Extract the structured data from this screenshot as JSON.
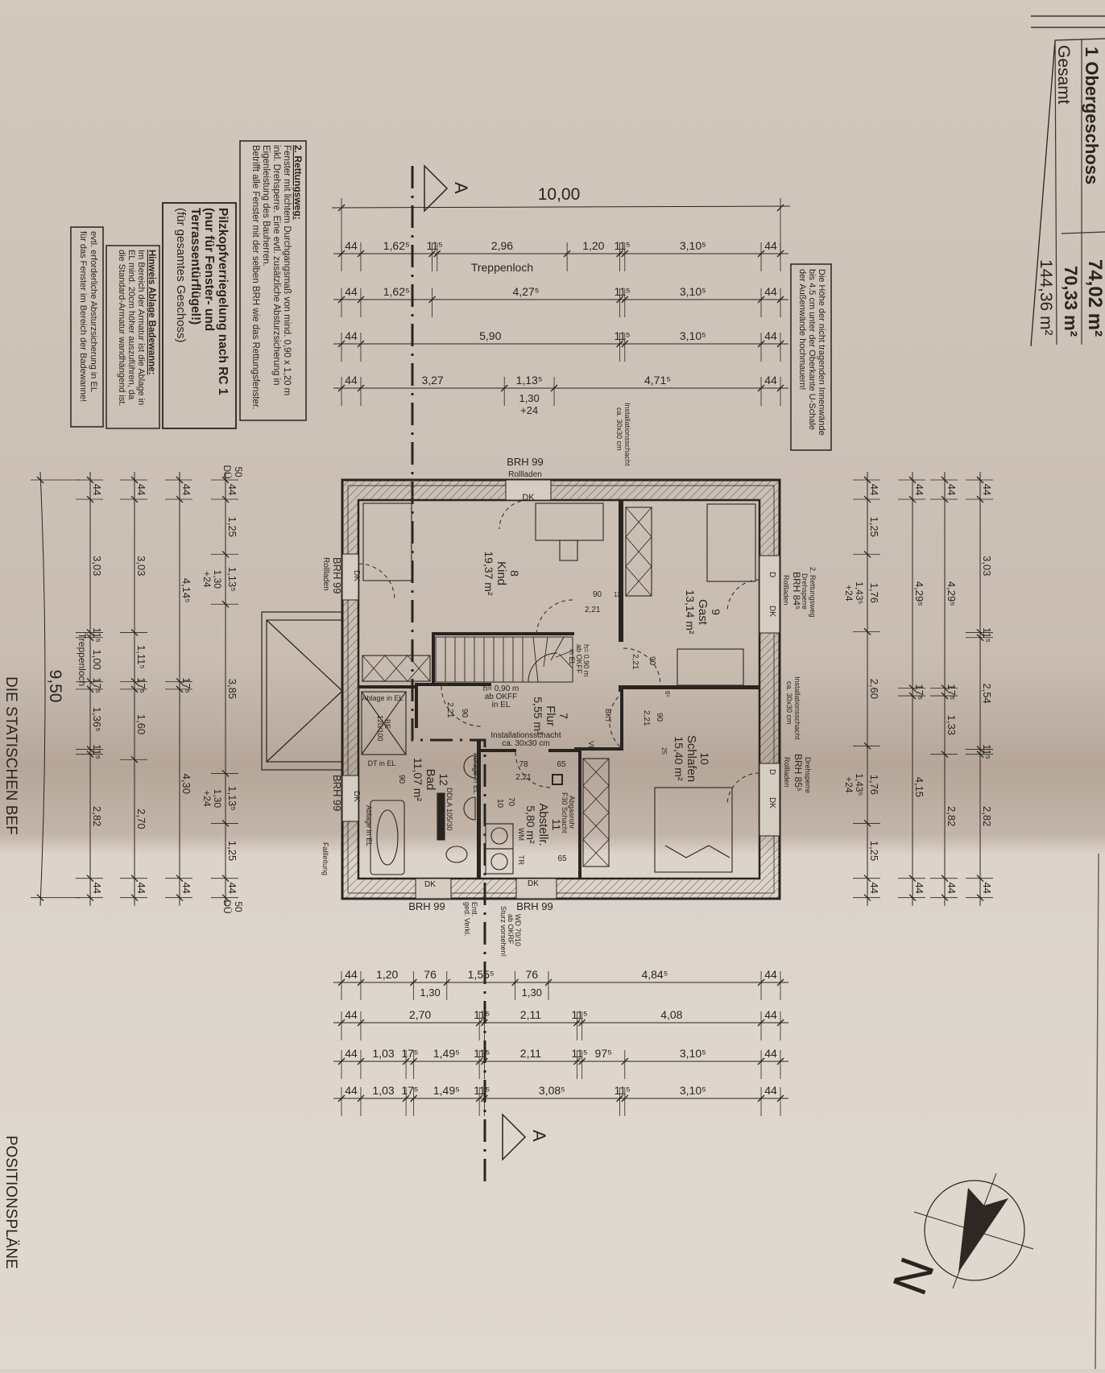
{
  "area_table": {
    "row0_value": "74,02 m²",
    "floor_label": "1 Obergeschoss",
    "floor_area": "70,33 m²",
    "total_label": "Gesamt",
    "total_area": "144,36 m²"
  },
  "section_label": "A",
  "dims_top": {
    "overall": "10,00",
    "rows": [
      [
        {
          "v": "44"
        },
        {
          "v": "1,62⁵"
        },
        {
          "v": "11⁵"
        },
        {
          "v": "2,96",
          "note": "Treppenloch"
        },
        {
          "v": "1,20"
        },
        {
          "v": "11⁵"
        },
        {
          "v": "3,10⁵"
        },
        {
          "v": "44"
        }
      ],
      [
        {
          "v": "44"
        },
        {
          "v": "1,62⁵"
        },
        {
          "v": "4,27⁵"
        },
        {
          "v": "11⁵"
        },
        {
          "v": "3,10⁵"
        },
        {
          "v": "44"
        }
      ],
      [
        {
          "v": "44"
        },
        {
          "v": "5,90"
        },
        {
          "v": "11⁵"
        },
        {
          "v": "3,10⁵"
        },
        {
          "v": "44"
        }
      ],
      [
        {
          "v": "44"
        },
        {
          "v": "3,27"
        },
        {
          "v": "1,13⁵",
          "subs": [
            "1,30",
            "+24"
          ]
        },
        {
          "v": "4,71⁵"
        },
        {
          "v": "44"
        }
      ]
    ]
  },
  "dims_bottom": {
    "rows": [
      [
        {
          "v": "44"
        },
        {
          "v": "1,20"
        },
        {
          "v": "76",
          "subs": [
            "1,30"
          ]
        },
        {
          "v": "1,55⁵"
        },
        {
          "v": "76",
          "subs": [
            "1,30"
          ]
        },
        {
          "v": "4,84⁵"
        },
        {
          "v": "44"
        }
      ],
      [
        {
          "v": "44"
        },
        {
          "v": "2,70"
        },
        {
          "v": "11⁵"
        },
        {
          "v": "2,11"
        },
        {
          "v": "11⁵"
        },
        {
          "v": "4,08"
        },
        {
          "v": "44"
        }
      ],
      [
        {
          "v": "44"
        },
        {
          "v": "1,03"
        },
        {
          "v": "17⁵"
        },
        {
          "v": "1,49⁵"
        },
        {
          "v": "11⁵"
        },
        {
          "v": "2,11"
        },
        {
          "v": "11⁵"
        },
        {
          "v": "97⁵"
        },
        {
          "v": "3,10⁵"
        },
        {
          "v": "44"
        }
      ],
      [
        {
          "v": "44"
        },
        {
          "v": "1,03"
        },
        {
          "v": "17⁵"
        },
        {
          "v": "1,49⁵"
        },
        {
          "v": "11⁵"
        },
        {
          "v": "3,08⁵"
        },
        {
          "v": "11⁵"
        },
        {
          "v": "3,10⁵"
        },
        {
          "v": "44"
        }
      ]
    ]
  },
  "dims_left": {
    "overall": "9,50",
    "extra_top": "50",
    "extra_bottom": "50",
    "extra_du": "DÜ",
    "cols": [
      [
        {
          "v": "44"
        },
        {
          "v": "1,25"
        },
        {
          "v": "1,13⁵",
          "subs": [
            "1,30",
            "+24"
          ]
        },
        {
          "v": "3,85"
        },
        {
          "v": "1,13⁵",
          "subs": [
            "1,30",
            "+24"
          ]
        },
        {
          "v": "1,25"
        },
        {
          "v": "44"
        }
      ],
      [
        {
          "v": "44"
        },
        {
          "v": "4,14⁵"
        },
        {
          "v": "17⁵"
        },
        {
          "v": "4,30"
        },
        {
          "v": "44"
        }
      ],
      [
        {
          "v": "44"
        },
        {
          "v": "3,03"
        },
        {
          "v": "1,11⁵"
        },
        {
          "v": "17⁵"
        },
        {
          "v": "1,60"
        },
        {
          "v": "2,70"
        },
        {
          "v": "44"
        }
      ],
      [
        {
          "v": "44"
        },
        {
          "v": "3,03"
        },
        {
          "v": "11⁵"
        },
        {
          "v": "1,00",
          "note": "Treppenloch"
        },
        {
          "v": "17⁵"
        },
        {
          "v": "1,36⁵"
        },
        {
          "v": "11⁵"
        },
        {
          "v": "2,82"
        },
        {
          "v": "44"
        }
      ]
    ]
  },
  "dims_right": {
    "cols": [
      [
        {
          "v": "44"
        },
        {
          "v": "1,25"
        },
        {
          "v": "1,76",
          "subs": [
            "1,43⁵",
            "+24"
          ]
        },
        {
          "v": "2,60"
        },
        {
          "v": "1,76",
          "subs": [
            "1,43⁵",
            "+24"
          ]
        },
        {
          "v": "1,25"
        },
        {
          "v": "44"
        }
      ],
      [
        {
          "v": "44"
        },
        {
          "v": "4,29⁵"
        },
        {
          "v": "17⁵"
        },
        {
          "v": "4,15"
        },
        {
          "v": "44"
        }
      ],
      [
        {
          "v": "44"
        },
        {
          "v": "4,29⁵"
        },
        {
          "v": "17⁵"
        },
        {
          "v": "1,33"
        },
        {
          "v": "2,82"
        },
        {
          "v": "44"
        }
      ],
      [
        {
          "v": "44"
        },
        {
          "v": "3,03"
        },
        {
          "v": "11⁵"
        },
        {
          "v": "2,54"
        },
        {
          "v": "11⁵"
        },
        {
          "v": "2,82"
        },
        {
          "v": "44"
        }
      ]
    ]
  },
  "rooms": [
    {
      "num": "8",
      "name": "Kind",
      "area": "19,37 m²"
    },
    {
      "num": "9",
      "name": "Gast",
      "area": "13,14 m²"
    },
    {
      "num": "7",
      "name": "Flur",
      "area": "5,55 m²"
    },
    {
      "num": "10",
      "name": "Schlafen",
      "area": "15,40 m²"
    },
    {
      "num": "11",
      "name": "Abstellr.",
      "area": "5,80 m²"
    },
    {
      "num": "12",
      "name": "Bad",
      "area": "11,07 m²"
    }
  ],
  "labels": {
    "brh99": "BRH 99",
    "rollladen": "Rollladen",
    "dk": "DK",
    "d": "D",
    "falleitung": "Fallleitung",
    "install_shaft": "Installationsschacht",
    "install_size": "ca. 30x30 cm",
    "h090": "h= 0,90 m",
    "ab_okff": "ab OKFF",
    "in_el": "in EL",
    "ablage_in_el": "Ablage in EL",
    "be": "BE",
    "be_size": "120/100",
    "dt_in_el": "DT in EL",
    "ddla": "DDLA 105/30",
    "abgasrohr": "Abgasrohr",
    "f30": "F30 Schacht",
    "wm": "WM",
    "tr": "TR",
    "bkt": "BKT",
    "vk": "VK",
    "entl": "Entl.",
    "ged_verkl": "ged. Verkl.",
    "wd": "WD 70/10",
    "ab_okrf": "ab OKRF",
    "sturz": "Sturz vorsehen!",
    "rettungsweg2": "2. Rettungsweg",
    "drehsperre": "Drehsperre",
    "brh845": "BRH 84⁵",
    "brh855": "BRH 85⁵",
    "d90": "90",
    "d221": "2,21",
    "d125": "12⁵",
    "d78": "78",
    "d65": "65",
    "d70": "70",
    "d10": "10",
    "d65s": "6⁵",
    "d25": "25"
  },
  "notes": {
    "rettungsweg": {
      "title": "2. Rettungsweg:",
      "lines": [
        "Fenster mit lichtem Durchgangsmaß von mind. 0,90 x 1,20 m",
        "inkl. Drehsperre. Eine evtl. zusätzliche Absturzsicherung in",
        "Eigenleistung des Bauherren.",
        "Betrifft alle Fenster mit der selben BRH wie das Rettungsfenster."
      ]
    },
    "pilzkopf": {
      "lines": [
        "Pilzkopfverriegelung nach RC 1",
        "(nur für Fenster- und",
        "Terrassentürflügel!)",
        "(für gesamtes Geschoss)"
      ]
    },
    "badewanne": {
      "title": "Hinweis Ablage Badewanne:",
      "lines": [
        "Im Bereich der Armatur ist die Ablage in",
        "EL mind. 20cm höher auszuführen, da",
        "die Standard-Armatur wandhängend ist."
      ]
    },
    "absturz": {
      "lines": [
        "evtl. erforderliche Absturzsicherung in EL",
        "für das Fenster im Bereich der Badewanne!"
      ]
    },
    "innenwaende": {
      "lines": [
        "Die Höhe der nicht tragenden Innenwände",
        "bis 4.5 cm unter der Oberkante U-Schale",
        "der Außenwände hochmauern!"
      ]
    }
  },
  "compass_label": "N",
  "edge_text": {
    "part1": "DIE STATISCHEN BEF",
    "part2": "POSITIONSPLÄNE"
  }
}
